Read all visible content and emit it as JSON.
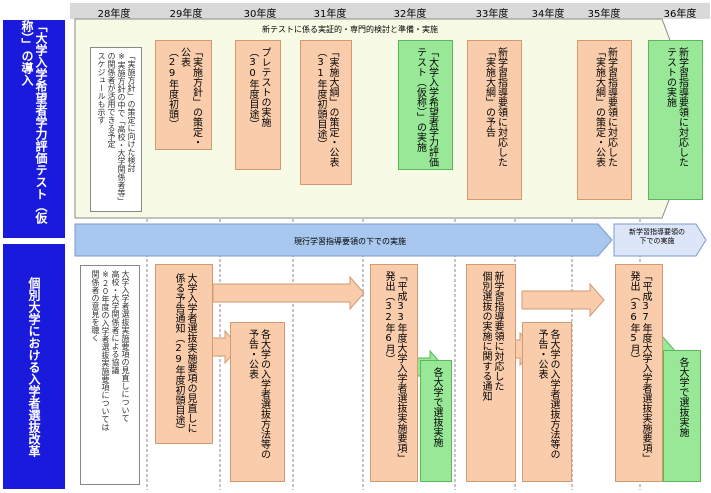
{
  "years": [
    "28年度",
    "29年度",
    "30年度",
    "31年度",
    "32年度",
    "33年度",
    "34年度",
    "35年度",
    "36年度"
  ],
  "side": {
    "top": "「大学入学希望者学力評価テスト（仮称）」の導入",
    "bottom": "個別大学における入学者選抜改革"
  },
  "top_banner": "新テストに係る実証的・専門的検討と準備・実施",
  "mid_banner": "現行学習指導要領の下での実施",
  "mid_banner_right": "新学習指導要領の\n下での実施",
  "top": {
    "note": "「実施方針」の策定に向けた検討\n※実施方針の中で「高校・大学関係者等」\nの関係者が活用できる予定\nスケジュールも示す",
    "b29": "「実施方針」の策定・公表\n（29年度初頭）",
    "b30": "プレテストの実施\n（30年度目途）",
    "b31": "「実施大綱」の策定・公表\n（31年度初頭目途）",
    "g32": "「大学入学希望者学力評価\nテスト（仮称）」の実施",
    "b33": "新学習指導要領に対応した\n「実施大綱」の予告",
    "b35": "新学習指導要領に対応した\n「実施大綱」の策定・公表",
    "g36": "新学習指導要領に対応した\nテストの実施"
  },
  "bottom": {
    "note": "大学入学者選抜実施要項の見直しについて\n高校・大学関係者による協議\n※２０年度の入学者選抜実施要項については\n関係者の意見を聴く",
    "b29": "大学入学者選抜実施要項の見直しに\n係る予告通知（29年度初頭目途）",
    "b30": "各大学の入学者選抜方法等の\n予告・公表",
    "b32": "「平成33年度大学入学者選抜実施要項」\n発出（32年6月）",
    "g32": "各大学で選抜実施",
    "b33": "新学習指導要領に対応した\n個別選抜の実施に関する通知",
    "b34": "各大学の入学者選抜方法等の\n予告・公表",
    "b35": "「平成37年度大学入学者選抜実施要項」\n発出（36年5月）",
    "g36": "各大学で選抜実施"
  }
}
